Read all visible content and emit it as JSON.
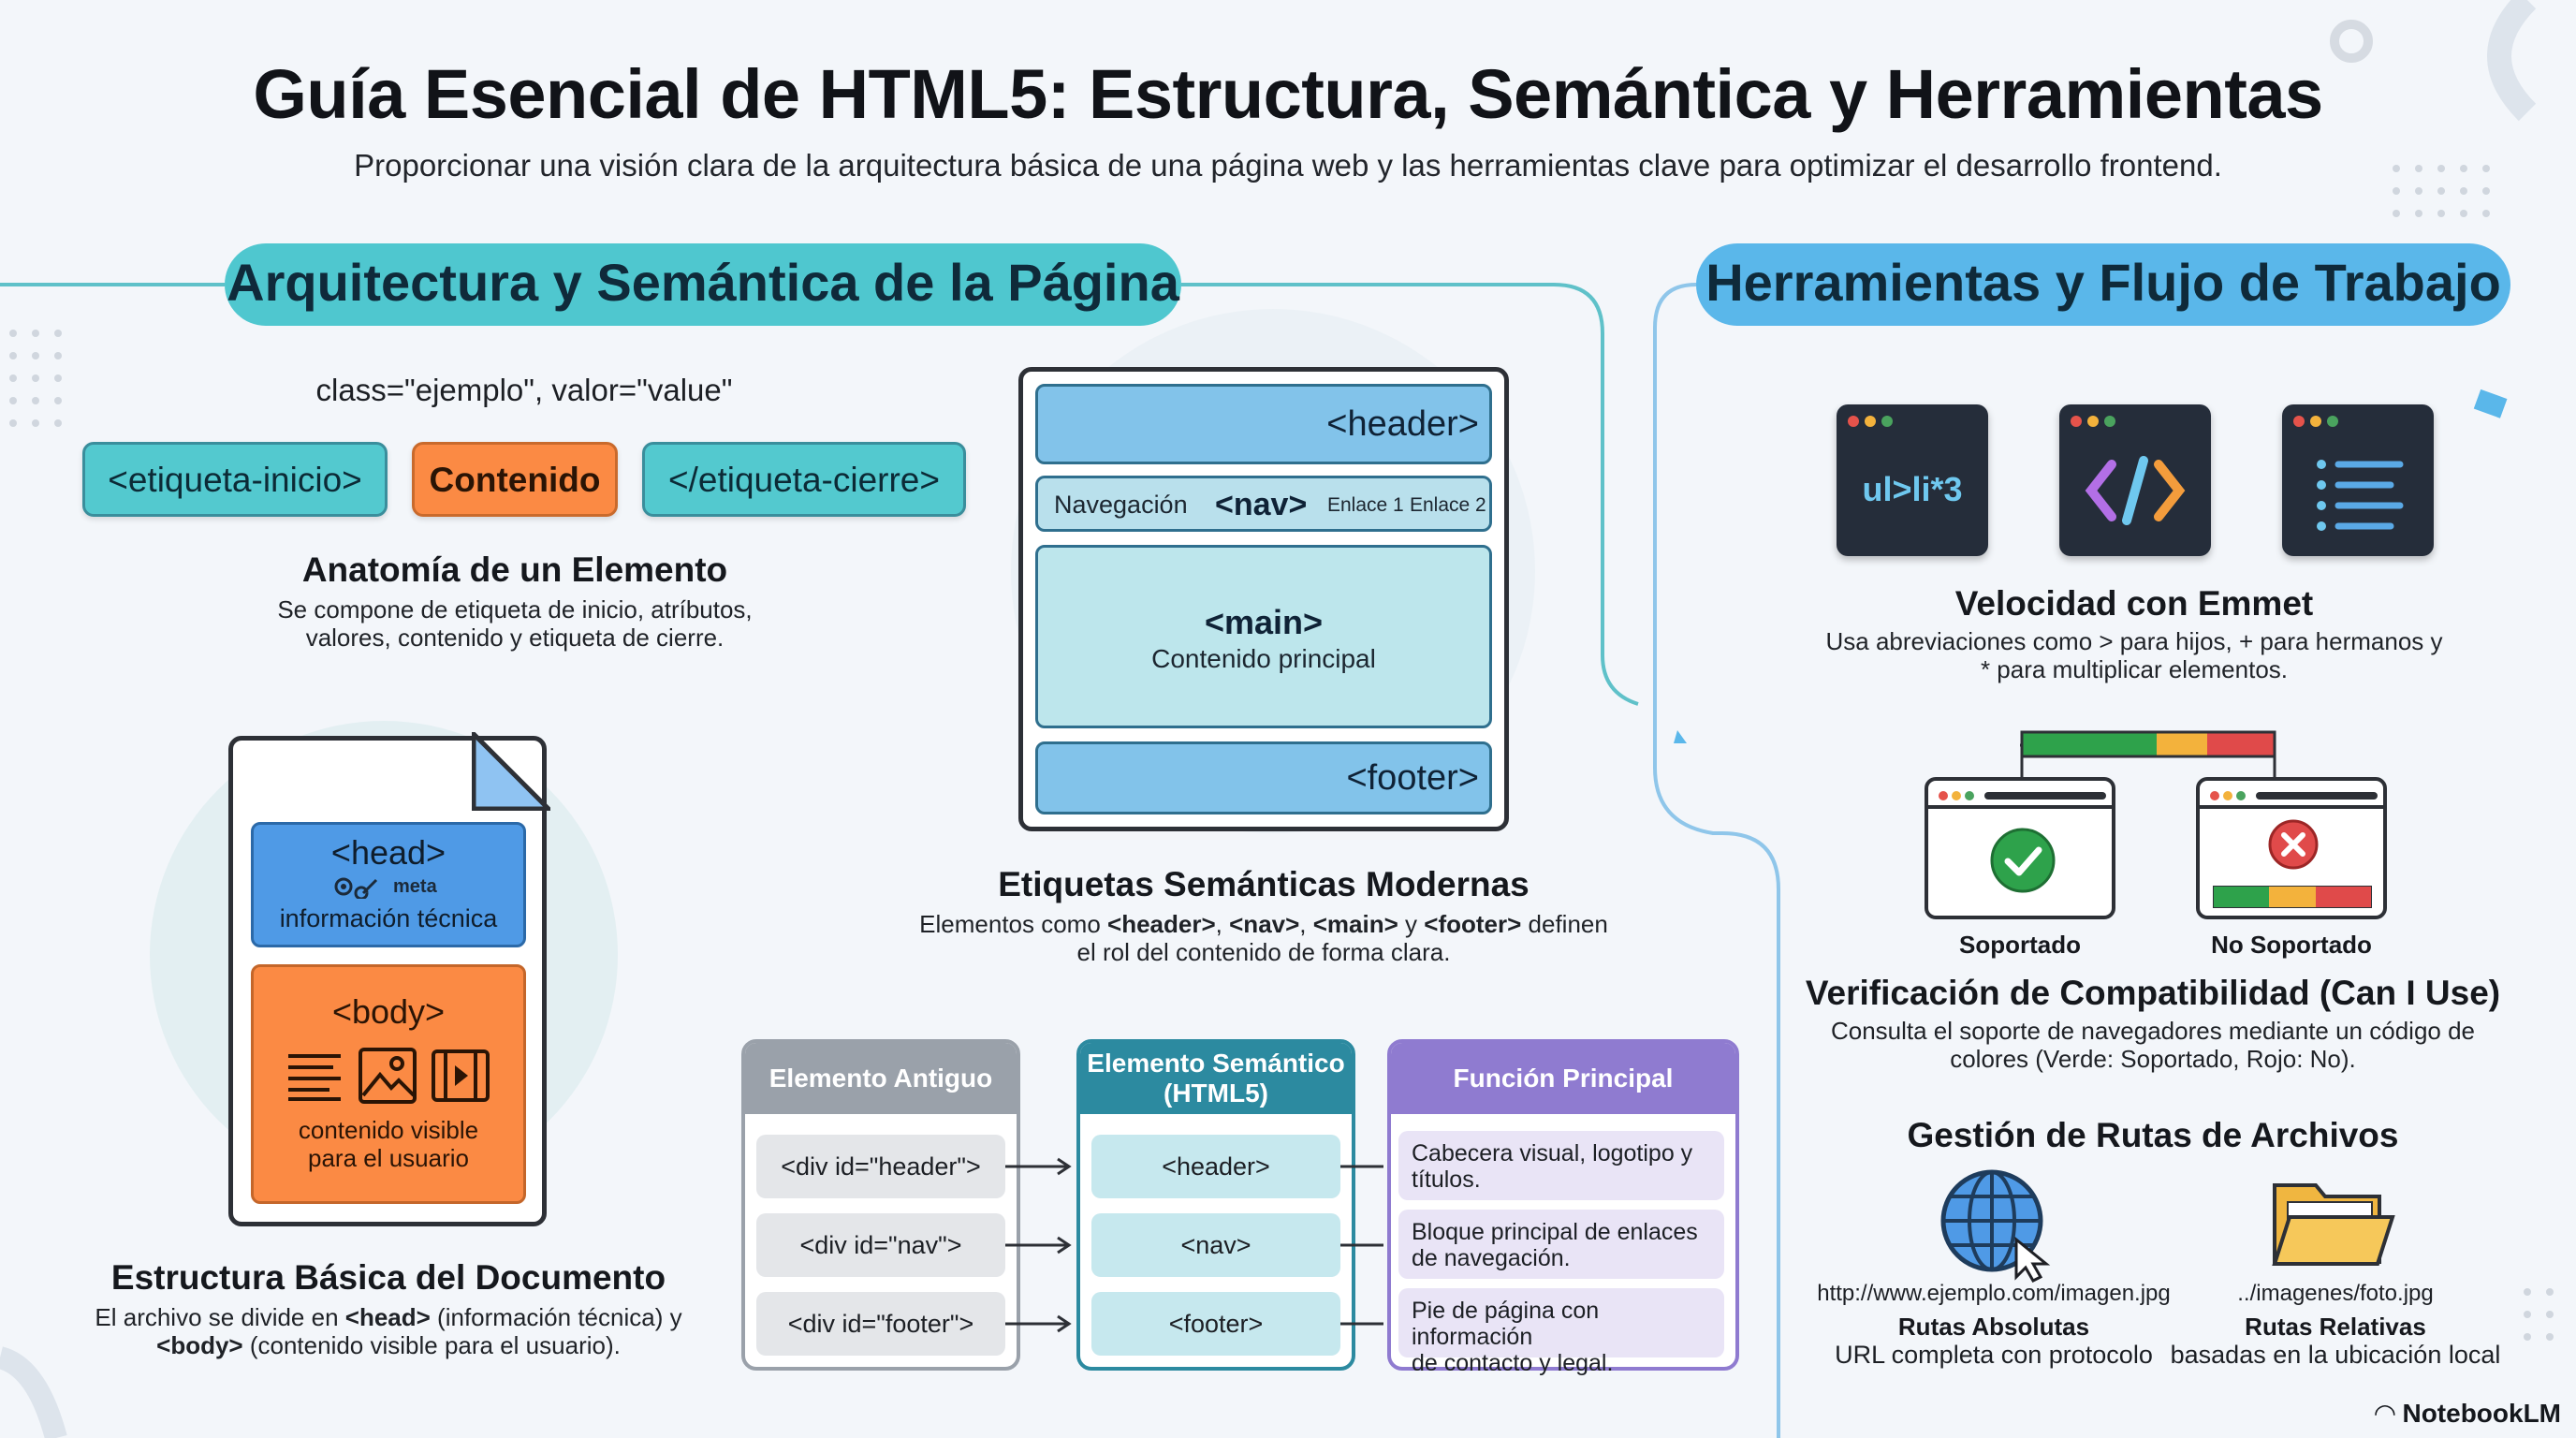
{
  "header": {
    "title": "Guía Esencial de HTML5: Estructura, Semántica y Herramientas",
    "subtitle": "Proporcionar una visión clara de la arquitectura básica de una página web y las herramientas clave para optimizar el desarrollo frontend."
  },
  "left_section": {
    "title": "Arquitectura y Semántica de la Página",
    "anatomy": {
      "attributes": "class=\"ejemplo\", valor=\"value\"",
      "start_tag": "<etiqueta-inicio>",
      "content": "Contenido",
      "end_tag": "</etiqueta-cierre>",
      "title": "Anatomía de un Elemento",
      "desc1": "Se compone de etiqueta de inicio, atríbutos,",
      "desc2": "valores, contenido y etiqueta de cierre."
    },
    "document": {
      "head_tag": "<head>",
      "head_meta": "meta",
      "head_text": "información técnica",
      "body_tag": "<body>",
      "body_text1": "contenido visible",
      "body_text2": "para el usuario",
      "title": "Estructura Básica del Documento",
      "desc1_a": "El archivo se divide en ",
      "desc1_b": "<head>",
      "desc1_c": " (información técnica) y",
      "desc2_a": "<body>",
      "desc2_b": " (contenido visible para el usuario)."
    },
    "semantic": {
      "header": "<header>",
      "nav_label": "Navegación",
      "nav": "<nav>",
      "link1": "Enlace 1",
      "link2": "Enlace 2",
      "main": "<main>",
      "main_text": "Contenido principal",
      "footer": "<footer>",
      "title": "Etiquetas Semánticas Modernas",
      "desc1_a": "Elementos como ",
      "desc1_b": "<header>",
      "desc1_c": ", ",
      "desc1_d": "<nav>",
      "desc1_e": ", ",
      "desc1_f": "<main>",
      "desc1_g": " y ",
      "desc1_h": "<footer>",
      "desc1_i": " definen",
      "desc2": "el rol del contenido de forma clara."
    },
    "table": {
      "old_header": "Elemento Antiguo",
      "sem_header1": "Elemento Semántico",
      "sem_header2": "(HTML5)",
      "func_header": "Función Principal",
      "rows": [
        {
          "old": "<div id=\"header\">",
          "sem": "<header>",
          "func1": "Cabecera visual, logotipo y",
          "func2": "títulos."
        },
        {
          "old": "<div id=\"nav\">",
          "sem": "<nav>",
          "func1": "Bloque principal de enlaces",
          "func2": "de navegación."
        },
        {
          "old": "<div id=\"footer\">",
          "sem": "<footer>",
          "func1": "Pie de página con información",
          "func2": "de contacto y legal."
        }
      ]
    }
  },
  "right_section": {
    "title": "Herramientas y Flujo de Trabajo",
    "emmet": {
      "icon1_text": "ul>li*3",
      "icon2_text": "</>",
      "title": "Velocidad con Emmet",
      "desc1": "Usa abreviaciones como > para hijos, + para hermanos y",
      "desc2": "* para multiplicar elementos."
    },
    "compat": {
      "supported": "Soportado",
      "not_supported": "No Soportado",
      "title": "Verificación de Compatibilidad (Can I Use)",
      "desc1": "Consulta el soporte de navegadores mediante un código de",
      "desc2": "colores (Verde: Soportado, Rojo: No).",
      "colors": {
        "green": "#2ea24b",
        "yellow": "#f3b23c",
        "red": "#e04a4a"
      }
    },
    "paths": {
      "title": "Gestión de Rutas de Archivos",
      "abs_url": "http://www.ejemplo.com/imagen.jpg",
      "abs_title": "Rutas Absolutas",
      "abs_desc": "URL completa con protocolo",
      "rel_url": "../imagenes/foto.jpg",
      "rel_title": "Rutas Relativas",
      "rel_desc": "basadas en la ubicación local"
    }
  },
  "footer": {
    "brand": "NotebookLM"
  }
}
